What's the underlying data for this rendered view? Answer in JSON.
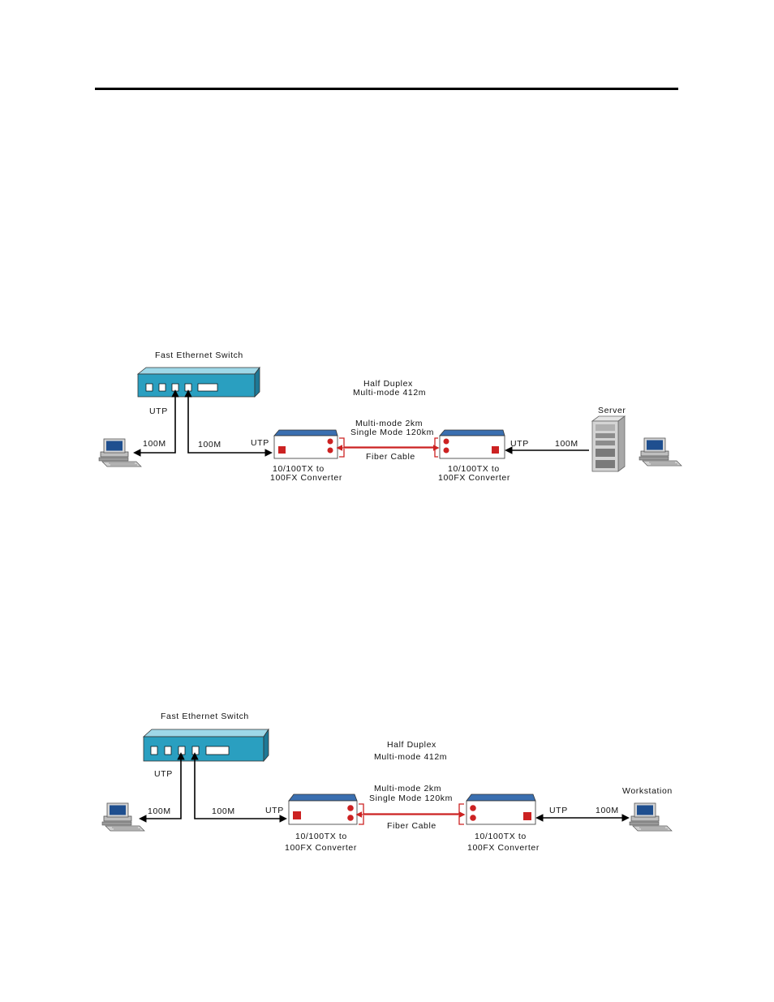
{
  "diagrams": [
    {
      "switch_label": "Fast Ethernet Switch",
      "duplex": "Half Duplex",
      "multimode_distance": "Multi-mode 412m",
      "utp_switch": "UTP",
      "left_pc_speed": "100M",
      "switch_link_speed": "100M",
      "converter_left_utp": "UTP",
      "fiber_spec_multimode": "Multi-mode 2km",
      "fiber_spec_singlemode": "Single Mode 120km",
      "fiber_cable": "Fiber Cable",
      "converter_left_line1": "10/100TX to",
      "converter_left_line2": "100FX Converter",
      "converter_right_line1": "10/100TX to",
      "converter_right_line2": "100FX Converter",
      "converter_right_utp": "UTP",
      "right_link_speed": "100M",
      "endpoint_label": "Server"
    },
    {
      "switch_label": "Fast Ethernet Switch",
      "duplex": "Half Duplex",
      "multimode_distance": "Multi-mode 412m",
      "utp_switch": "UTP",
      "left_pc_speed": "100M",
      "switch_link_speed": "100M",
      "converter_left_utp": "UTP",
      "fiber_spec_multimode": "Multi-mode 2km",
      "fiber_spec_singlemode": "Single Mode 120km",
      "fiber_cable": "Fiber Cable",
      "converter_left_line1": "10/100TX to",
      "converter_left_line2": "100FX Converter",
      "converter_right_line1": "10/100TX to",
      "converter_right_line2": "100FX Converter",
      "converter_right_utp": "UTP",
      "right_link_speed": "100M",
      "endpoint_label": "Workstation"
    }
  ],
  "colors": {
    "switch_fill": "#2a9fc0",
    "switch_top": "#9ed8e8",
    "fiber": "#cc2222",
    "converter_top": "#3a6fb0"
  }
}
